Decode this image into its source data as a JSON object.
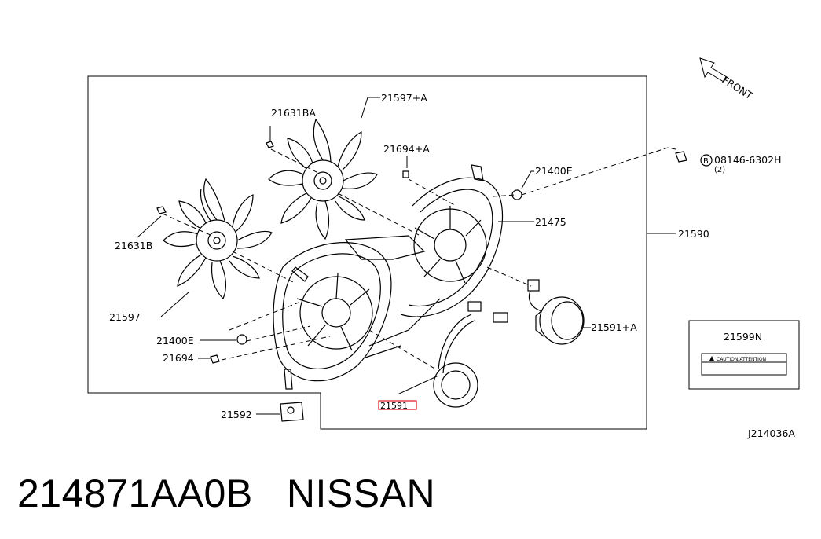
{
  "front_label": "FRONT",
  "drawing_number": "J214036A",
  "caption": {
    "part_number": "214871AA0B",
    "brand": "NISSAN"
  },
  "callouts": [
    {
      "id": "21597+A",
      "text": "21597+A"
    },
    {
      "id": "21631BA",
      "text": "21631BA"
    },
    {
      "id": "21694+A",
      "text": "21694+A"
    },
    {
      "id": "21400E-top",
      "text": "21400E"
    },
    {
      "id": "08146-6302H",
      "text": "08146-6302H"
    },
    {
      "id": "08146-qty",
      "text": "(2)"
    },
    {
      "id": "21475",
      "text": "21475"
    },
    {
      "id": "21590",
      "text": "21590"
    },
    {
      "id": "21631B",
      "text": "21631B"
    },
    {
      "id": "21597",
      "text": "21597"
    },
    {
      "id": "21400E-bottom",
      "text": "21400E"
    },
    {
      "id": "21694",
      "text": "21694"
    },
    {
      "id": "21591+A",
      "text": "21591+A"
    },
    {
      "id": "21591",
      "text": "21591"
    },
    {
      "id": "21592",
      "text": "21592"
    },
    {
      "id": "21599N",
      "text": "21599N"
    }
  ],
  "bolt_marker": "B",
  "caution_label_text": "CAUTION/ATTENTION",
  "highlight_color": "#e0141e"
}
